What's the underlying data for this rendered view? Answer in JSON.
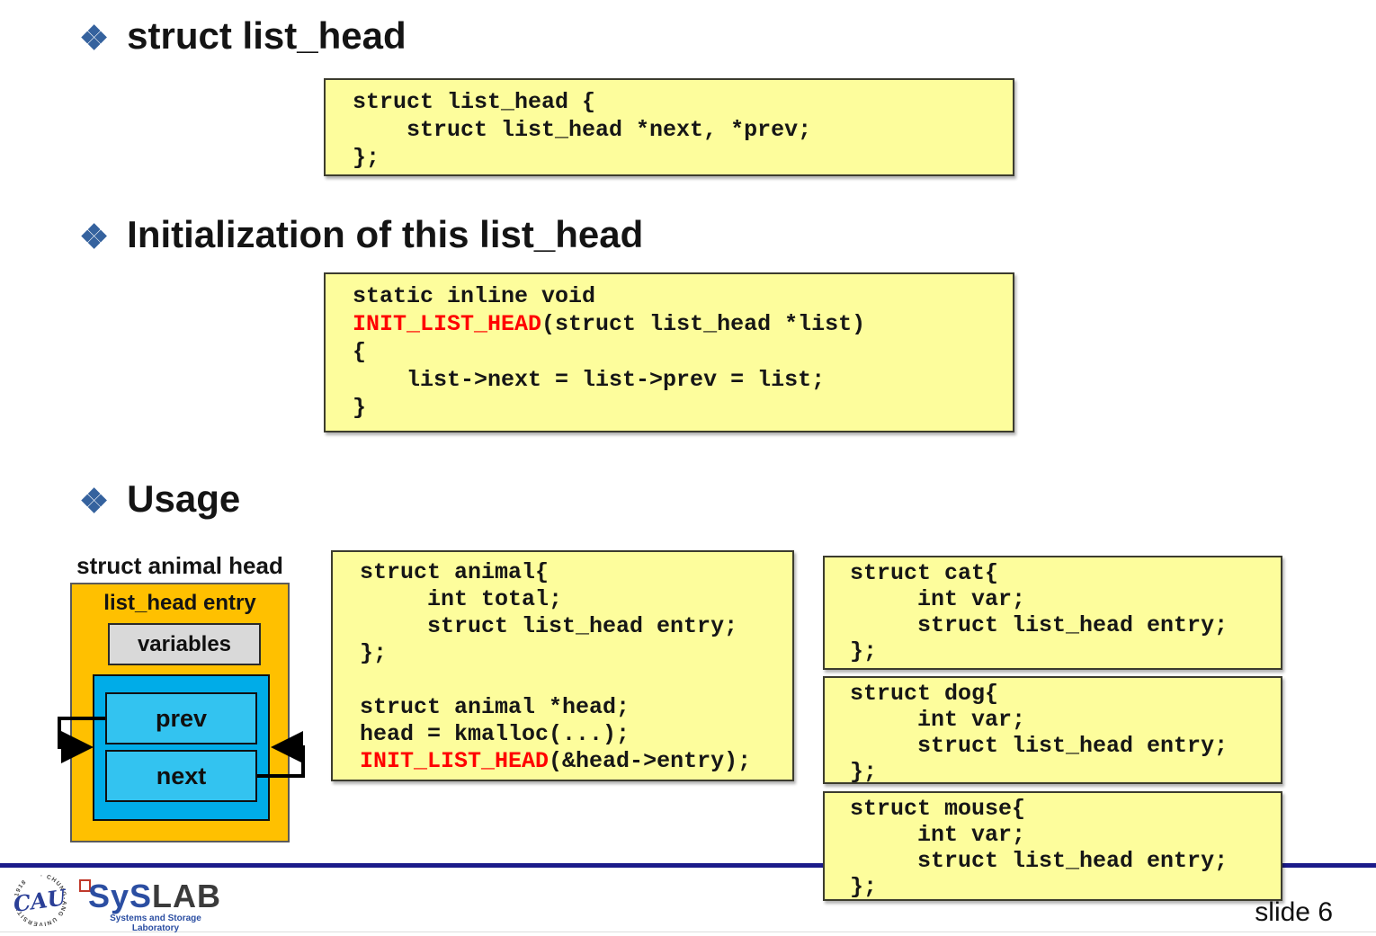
{
  "colors": {
    "bullet_blue": "#35629E",
    "code_bg": "#FDFD9C",
    "code_red": "#FF0000",
    "accent_navy": "#1B1B8A",
    "orange": "#FFC000",
    "cyan": "#00ACE8",
    "cyan_light": "#33C3F0",
    "gray_box": "#D9D9D9",
    "brand_blue": "#2B4EA2"
  },
  "headings": {
    "h1": {
      "bullet": "❖",
      "text": "struct list_head"
    },
    "h2": {
      "bullet": "❖",
      "text": "Initialization of this list_head"
    },
    "h3": {
      "bullet": "❖",
      "text": "Usage"
    }
  },
  "code_boxes": {
    "list_head_def": {
      "lines": [
        [
          {
            "t": "struct list_head {"
          }
        ],
        [
          {
            "t": "    struct list_head *next, *prev;"
          }
        ],
        [
          {
            "t": "};"
          }
        ]
      ]
    },
    "init_list_head": {
      "lines": [
        [
          {
            "t": "static inline void"
          }
        ],
        [
          {
            "t": "INIT_LIST_HEAD",
            "c": "#FF0000"
          },
          {
            "t": "(struct list_head *list)"
          }
        ],
        [
          {
            "t": "{"
          }
        ],
        [
          {
            "t": "    list->next = list->prev = list;"
          }
        ],
        [
          {
            "t": "}"
          }
        ]
      ]
    },
    "animal_usage": {
      "lines": [
        [
          {
            "t": "struct animal{"
          }
        ],
        [
          {
            "t": "     int total;"
          }
        ],
        [
          {
            "t": "     struct list_head entry;"
          }
        ],
        [
          {
            "t": "};"
          }
        ],
        [],
        [
          {
            "t": "struct animal *head;"
          }
        ],
        [
          {
            "t": "head = kmalloc(...);"
          }
        ],
        [
          {
            "t": "INIT_LIST_HEAD",
            "c": "#FF0000"
          },
          {
            "t": "(&head->entry);"
          }
        ]
      ]
    },
    "cat": {
      "lines": [
        [
          {
            "t": "struct cat{"
          }
        ],
        [
          {
            "t": "     int var;"
          }
        ],
        [
          {
            "t": "     struct list_head entry;"
          }
        ],
        [
          {
            "t": "};"
          }
        ]
      ]
    },
    "dog": {
      "lines": [
        [
          {
            "t": "struct dog{"
          }
        ],
        [
          {
            "t": "     int var;"
          }
        ],
        [
          {
            "t": "     struct list_head entry;"
          }
        ],
        [
          {
            "t": "};"
          }
        ]
      ]
    },
    "mouse": {
      "lines": [
        [
          {
            "t": "struct mouse{"
          }
        ],
        [
          {
            "t": "     int var;"
          }
        ],
        [
          {
            "t": "     struct list_head entry;"
          }
        ],
        [
          {
            "t": "};"
          }
        ]
      ]
    }
  },
  "diagram": {
    "title": "struct animal head",
    "entry_label": "list_head entry",
    "variables_label": "variables",
    "prev_label": "prev",
    "next_label": "next"
  },
  "footer": {
    "brand_primary": "SyS",
    "brand_secondary": "LAB",
    "subtitle_line1": "Systems and Storage",
    "subtitle_line2": "Laboratory",
    "emblem_text": "CAU",
    "ring_text": "· CHUNG-ANG UNIVERSITY · 1918",
    "slide_number": "slide 6"
  }
}
